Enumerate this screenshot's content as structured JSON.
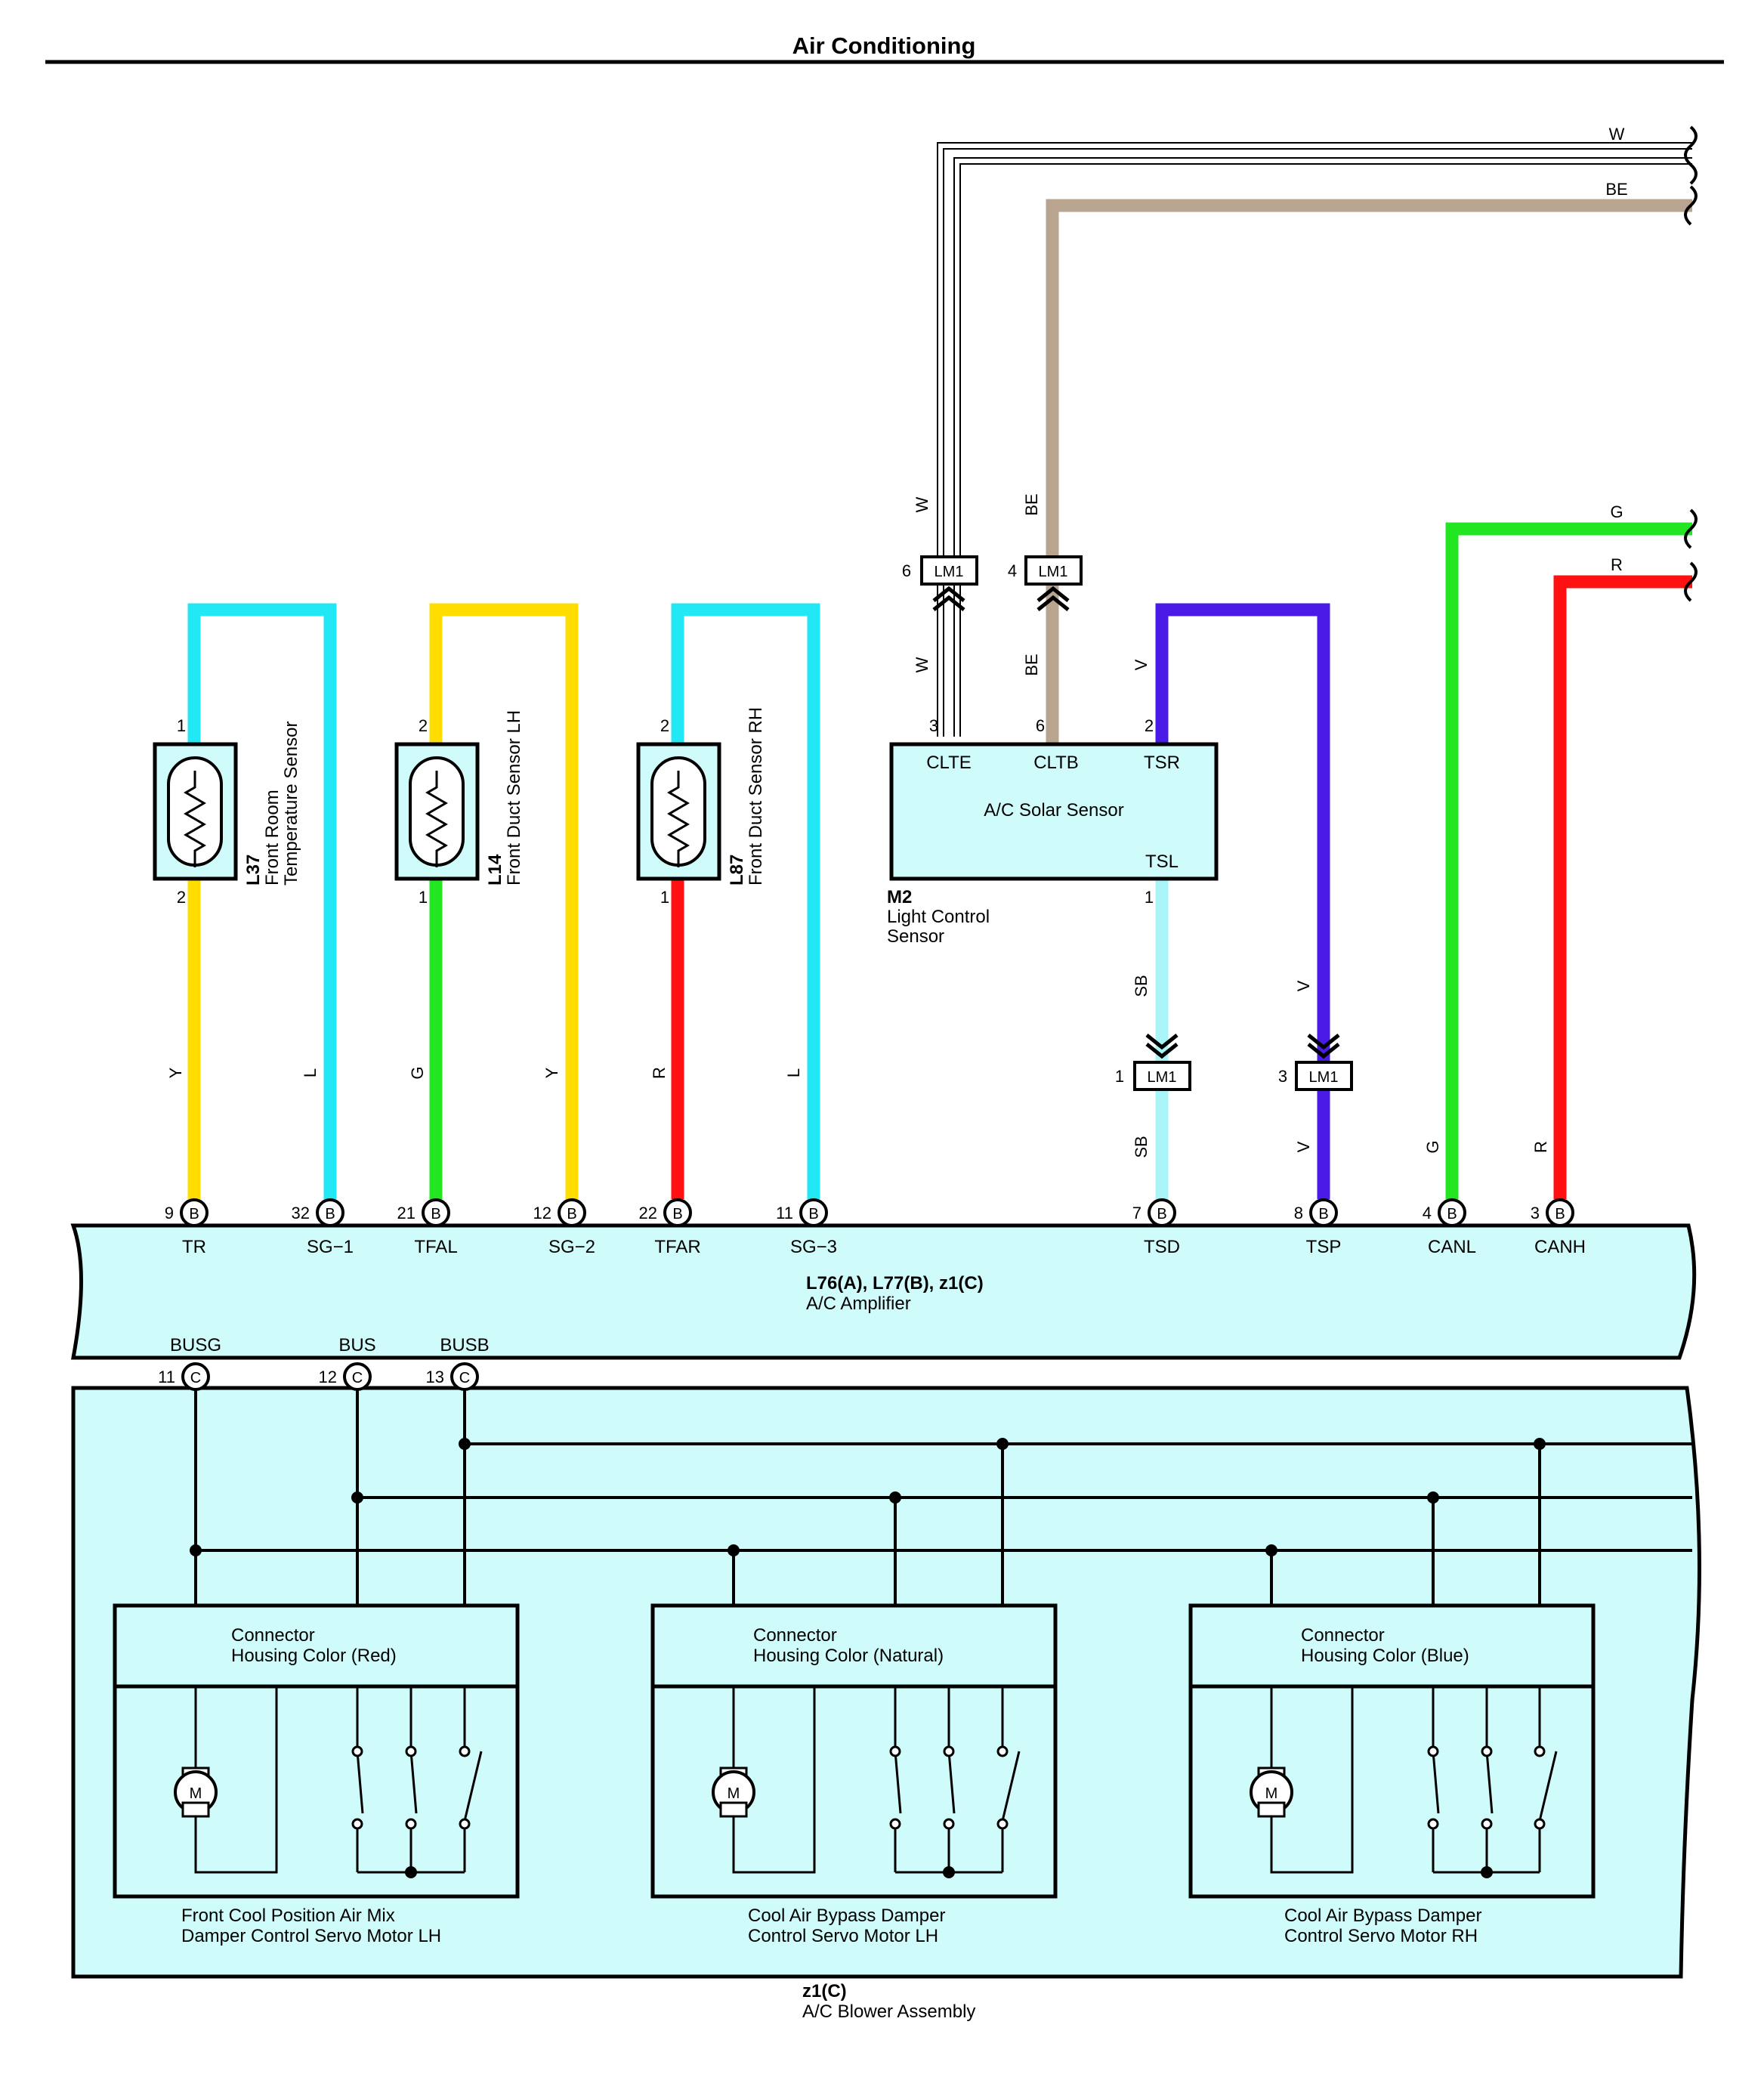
{
  "title": "Air Conditioning",
  "colors": {
    "cyan": "#22e8f6",
    "yellow": "#ffdd00",
    "green": "#22e622",
    "red": "#ff1111",
    "beige": "#b9a48f",
    "violet": "#4a1be6",
    "sky": "#a8f4f6",
    "panel": "#cffbfb"
  },
  "wire_codes": {
    "W": "W",
    "BE": "BE",
    "G": "G",
    "R": "R",
    "Y": "Y",
    "L": "L",
    "V": "V",
    "SB": "SB"
  },
  "connector_marks": {
    "B": "B",
    "C": "C",
    "LM1": "LM1",
    "M": "M"
  },
  "pins": {
    "p1": "1",
    "p2": "2",
    "p3": "3",
    "p4": "4",
    "p6": "6",
    "p7": "7",
    "p8": "8",
    "p9": "9",
    "p11": "11",
    "p12": "12",
    "p13": "13",
    "p21": "21",
    "p22": "22",
    "p32": "32"
  },
  "sensors": {
    "l37": {
      "code": "L37",
      "name_line1": "Front Room",
      "name_line2": "Temperature Sensor"
    },
    "l14": {
      "code": "L14",
      "name": "Front Duct Sensor LH"
    },
    "l87": {
      "code": "L87",
      "name": "Front Duct Sensor RH"
    }
  },
  "solar_sensor": {
    "box_label": "A/C Solar Sensor",
    "terminals": {
      "clte": "CLTE",
      "cltb": "CLTB",
      "tsr": "TSR",
      "tsl": "TSL"
    },
    "code": "M2",
    "name_line1": "Light Control",
    "name_line2": "Sensor"
  },
  "amplifier": {
    "code": "L76(A), L77(B), z1(C)",
    "name": "A/C Amplifier",
    "terminals": {
      "tr": "TR",
      "sg1": "SG−1",
      "tfal": "TFAL",
      "sg2": "SG−2",
      "tfar": "TFAR",
      "sg3": "SG−3",
      "tsd": "TSD",
      "tsp": "TSP",
      "canl": "CANL",
      "canh": "CANH"
    },
    "bus_terminals": {
      "busg": "BUSG",
      "bus": "BUS",
      "busb": "BUSB"
    }
  },
  "blower": {
    "code": "z1(C)",
    "name": "A/C Blower Assembly",
    "connector_prefix": "Connector",
    "housing": {
      "red": "Housing Color (Red)",
      "natural": "Housing Color (Natural)",
      "blue": "Housing Color (Blue)"
    },
    "motors": {
      "m1_line1": "Front Cool Position Air Mix",
      "m1_line2": "Damper Control Servo Motor LH",
      "m2_line1": "Cool Air Bypass Damper",
      "m2_line2": "Control Servo Motor LH",
      "m3_line1": "Cool Air Bypass Damper",
      "m3_line2": "Control Servo Motor RH"
    }
  }
}
